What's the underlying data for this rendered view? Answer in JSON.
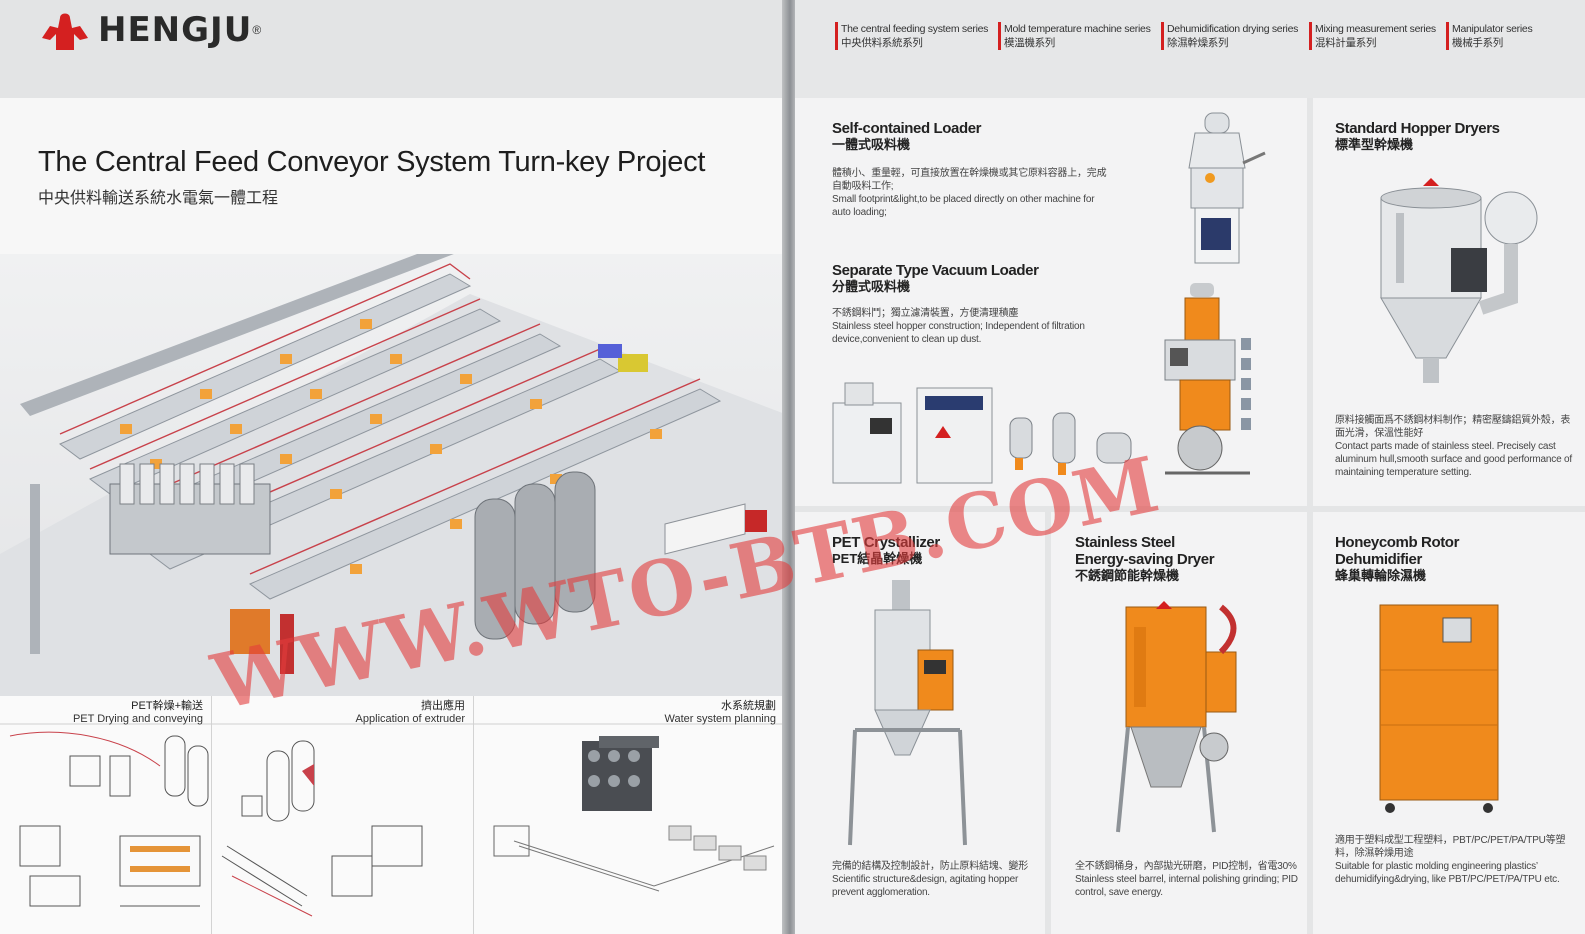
{
  "brand": {
    "name": "HENGJU",
    "registered": "®"
  },
  "left_page": {
    "title": "The Central Feed Conveyor System Turn-key Project",
    "subtitle": "中央供料輸送系統水電氣一體工程",
    "panels": [
      {
        "zh": "PET幹燥+輸送",
        "en": "PET Drying and conveying"
      },
      {
        "zh": "擠出應用",
        "en": "Application of extruder"
      },
      {
        "zh": "水系統規劃",
        "en": "Water system planning"
      }
    ]
  },
  "series_nav": [
    {
      "en": "The central feeding system series",
      "zh": "中央供料系統系列"
    },
    {
      "en": "Mold temperature machine series",
      "zh": "模溫機系列"
    },
    {
      "en": "Dehumidification drying series",
      "zh": "除濕幹燥系列"
    },
    {
      "en": "Mixing measurement series",
      "zh": "混料計量系列"
    },
    {
      "en": "Manipulator series",
      "zh": "機械手系列"
    }
  ],
  "products": {
    "self_loader": {
      "title": "Self-contained Loader",
      "zh_title": "一體式吸料機",
      "desc_zh": "體積小、重量輕，可直接放置在幹燥機或其它原料容器上，完成自動吸料工作;",
      "desc_en": "Small footprint&light,to be placed directly on other machine for auto loading;"
    },
    "vacuum_loader": {
      "title": "Separate Type Vacuum Loader",
      "zh_title": "分體式吸料機",
      "desc_zh": "不銹鋼料鬥；獨立濾清裝置，方便清理積塵",
      "desc_en": "Stainless steel hopper construction; Independent of filtration device,convenient to clean up dust."
    },
    "hopper_dryer": {
      "title": "Standard Hopper Dryers",
      "zh_title": "標準型幹燥機",
      "desc_zh": "原料接觸面爲不銹鋼材料制作；精密壓鑄鋁質外殼，表面光滑，保溫性能好",
      "desc_en": "Contact parts made of stainless steel. Precisely cast aluminum hull,smooth surface and good performance of maintaining temperature setting."
    },
    "pet_crystallizer": {
      "title": "PET Crystallizer",
      "zh_title": "PET結晶幹燥機",
      "desc_zh": "完備的結構及控制設計，防止原料結塊、變形",
      "desc_en": "Scientific structure&design, agitating hopper prevent agglomeration."
    },
    "ss_dryer": {
      "title_line1": "Stainless Steel",
      "title_line2": "Energy-saving Dryer",
      "zh_title": "不銹鋼節能幹燥機",
      "desc_zh": "全不銹鋼桶身，內部拋光研磨，PID控制，省電30%",
      "desc_en": "Stainless steel barrel, internal polishing grinding; PID control, save energy."
    },
    "honeycomb": {
      "title_line1": "Honeycomb Rotor",
      "title_line2": "Dehumidifier",
      "zh_title": "蜂巢轉輪除濕機",
      "desc_zh": "適用于塑料成型工程塑料，PBT/PC/PET/PA/TPU等塑料，除濕幹燥用途",
      "desc_en": "Suitable for plastic molding engineering plastics’ dehumidifying&drying, like PBT/PC/PET/PA/TPU etc."
    }
  },
  "watermark": "WWW.WTO-BTB.COM",
  "colors": {
    "brand_red": "#d42020",
    "orange": "#f08a1c",
    "silver": "#b8bcc0"
  }
}
